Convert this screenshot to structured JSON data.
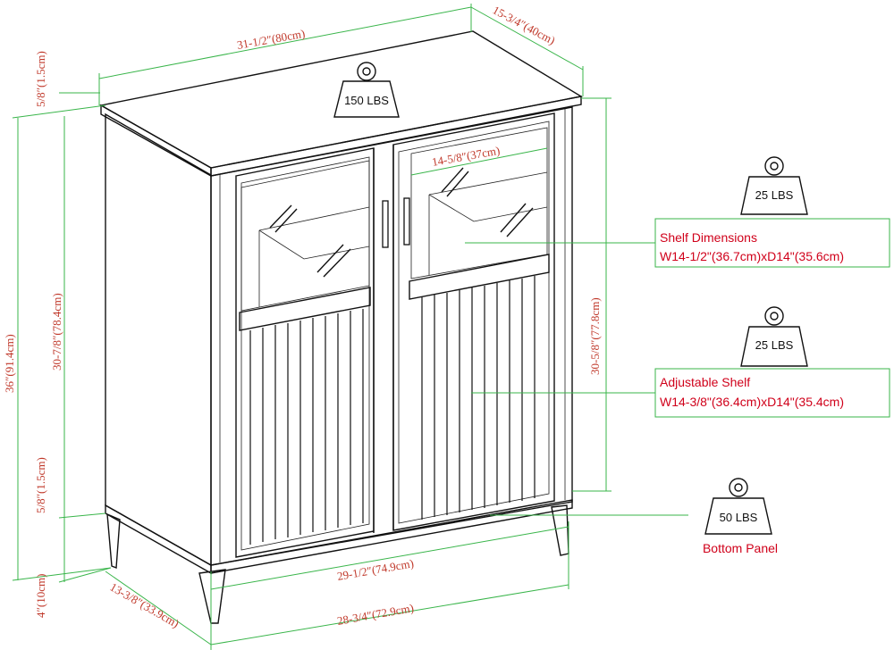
{
  "dimensions": {
    "width_top": "31-1/2″(80cm)",
    "depth_top": "15-3/4″(40cm)",
    "top_thickness": "5/8″(1.5cm)",
    "total_height": "36″(91.4cm)",
    "body_height_left": "30-7/8″(78.4cm)",
    "bottom_thickness": "5/8″(1.5cm)",
    "leg_height": "4″(10cm)",
    "inner_shelf_width": "14-5/8″(37cm)",
    "interior_height_right": "30-5/8″(77.8cm)",
    "inner_width": "29-1/2″(74.9cm)",
    "leg_width": "28-3/4″(72.9cm)",
    "leg_depth": "13-3/8″(33.9cm)"
  },
  "weights": {
    "top": "150 LBS",
    "shelf": "25 LBS",
    "adjustable_shelf": "25 LBS",
    "bottom": "50 LBS"
  },
  "callouts": {
    "shelf_title": "Shelf Dimensions",
    "shelf_detail": "W14-1/2\"(36.7cm)xD14\"(35.6cm)",
    "adjustable_title": "Adjustable Shelf",
    "adjustable_detail": "W14-3/8\"(36.4cm)xD14\"(35.4cm)",
    "bottom_label": "Bottom Panel"
  },
  "colors": {
    "dimension_text": "#c0392b",
    "label_text": "#d0001a",
    "dimension_lines": "#39b54a",
    "drawing": "#111111"
  }
}
